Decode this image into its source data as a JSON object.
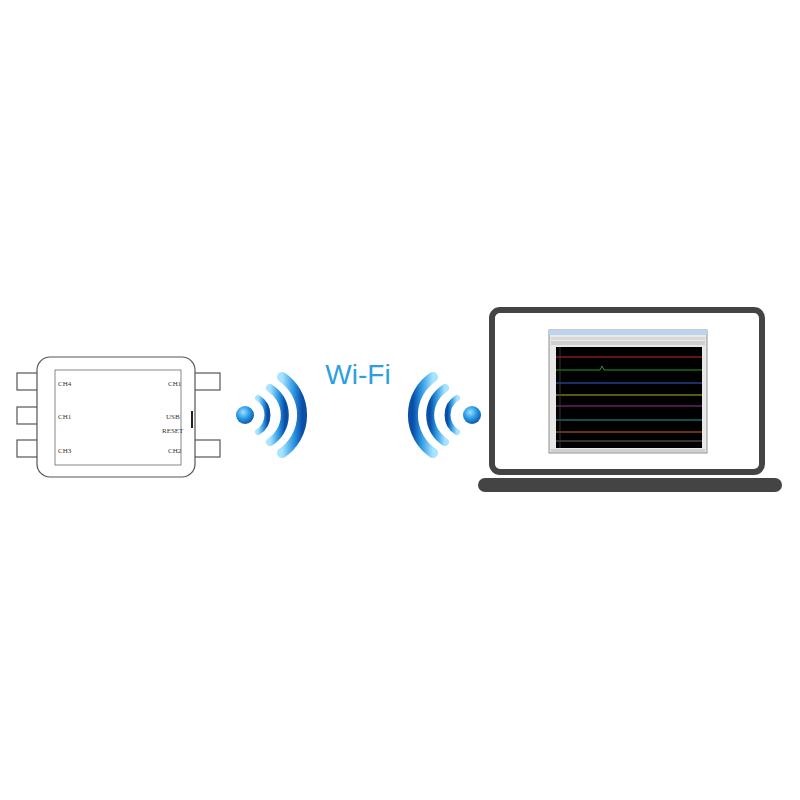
{
  "diagram": {
    "labels": [
      "CH4",
      "CH1",
      "CH1",
      "USB",
      "RESET",
      "CH3",
      "CH2",
      "Wi-Fi"
    ]
  }
}
